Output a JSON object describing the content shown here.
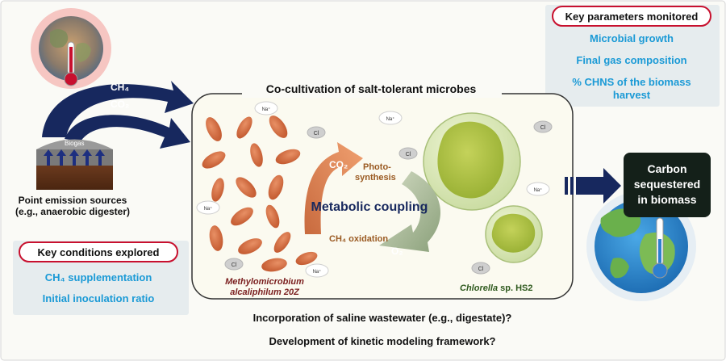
{
  "top_panel": {
    "title": "Key parameters monitored",
    "items": [
      "Microbial growth",
      "Final gas composition",
      "% CHNS of the biomass",
      "harvest"
    ]
  },
  "left_panel": {
    "title": "Key conditions explored",
    "item1": "CH₄ supplementation",
    "item2": "Initial inoculation ratio"
  },
  "source": {
    "gas1": "CH₄",
    "gas2": "CO₂",
    "tank_label": "Biogas",
    "caption_line1": "Point emission sources",
    "caption_line2": "(e.g., anaerobic digester)"
  },
  "culture": {
    "title": "Co-cultivation of salt-tolerant microbes",
    "co2_label": "CO₂",
    "photo_line1": "Photo-",
    "photo_line2": "synthesis",
    "coupling": "Metabolic coupling",
    "oxidation": "CH₄ oxidation",
    "o2_label": "O₂",
    "bacteria_line1": "Methylomicrobium",
    "bacteria_line2": "alcaliphilum 20Z",
    "algae_italic": "Chlorella",
    "algae_rest": " sp. HS2",
    "na_ion": "Na⁺",
    "cl_ion": "Cl"
  },
  "output": {
    "line1": "Carbon",
    "line2": "sequestered",
    "line3": "in biomass"
  },
  "questions": {
    "q1": "Incorporation of saline wastewater (e.g., digestate)?",
    "q2": "Development of kinetic modeling framework?"
  },
  "colors": {
    "navy": "#17285e",
    "teal_text": "#1b9ad6",
    "red_outline": "#c8102e",
    "bacteria": "#d0673c",
    "algae": "#aebf3c"
  }
}
